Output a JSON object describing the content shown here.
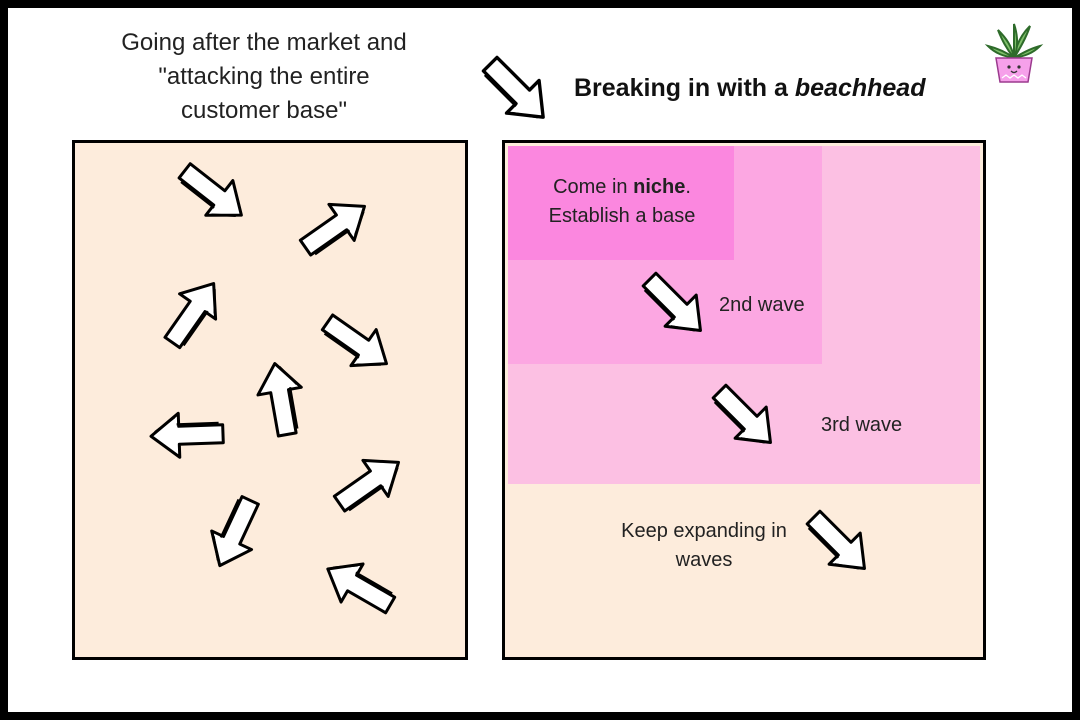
{
  "left": {
    "title_lines": [
      "Going after the market and",
      "\"attacking the entire",
      "customer base\""
    ]
  },
  "right": {
    "title_prefix": "Breaking in with a ",
    "title_emphasis": "beachhead",
    "niche_line1_prefix": "Come in ",
    "niche_line1_bold": "niche",
    "niche_line1_suffix": ".",
    "niche_line2": "Establish a base",
    "wave2_label": "2nd wave",
    "wave3_label": "3rd wave",
    "expand_line1": "Keep expanding in",
    "expand_line2": "waves"
  },
  "colors": {
    "panel_bg": "#fdecdc",
    "niche": "#fb87df",
    "wave2": "#fca7e2",
    "wave3": "#fcc0e3",
    "frame": "#000000"
  },
  "icons": [
    "plant-icon",
    "arrow-icon"
  ]
}
